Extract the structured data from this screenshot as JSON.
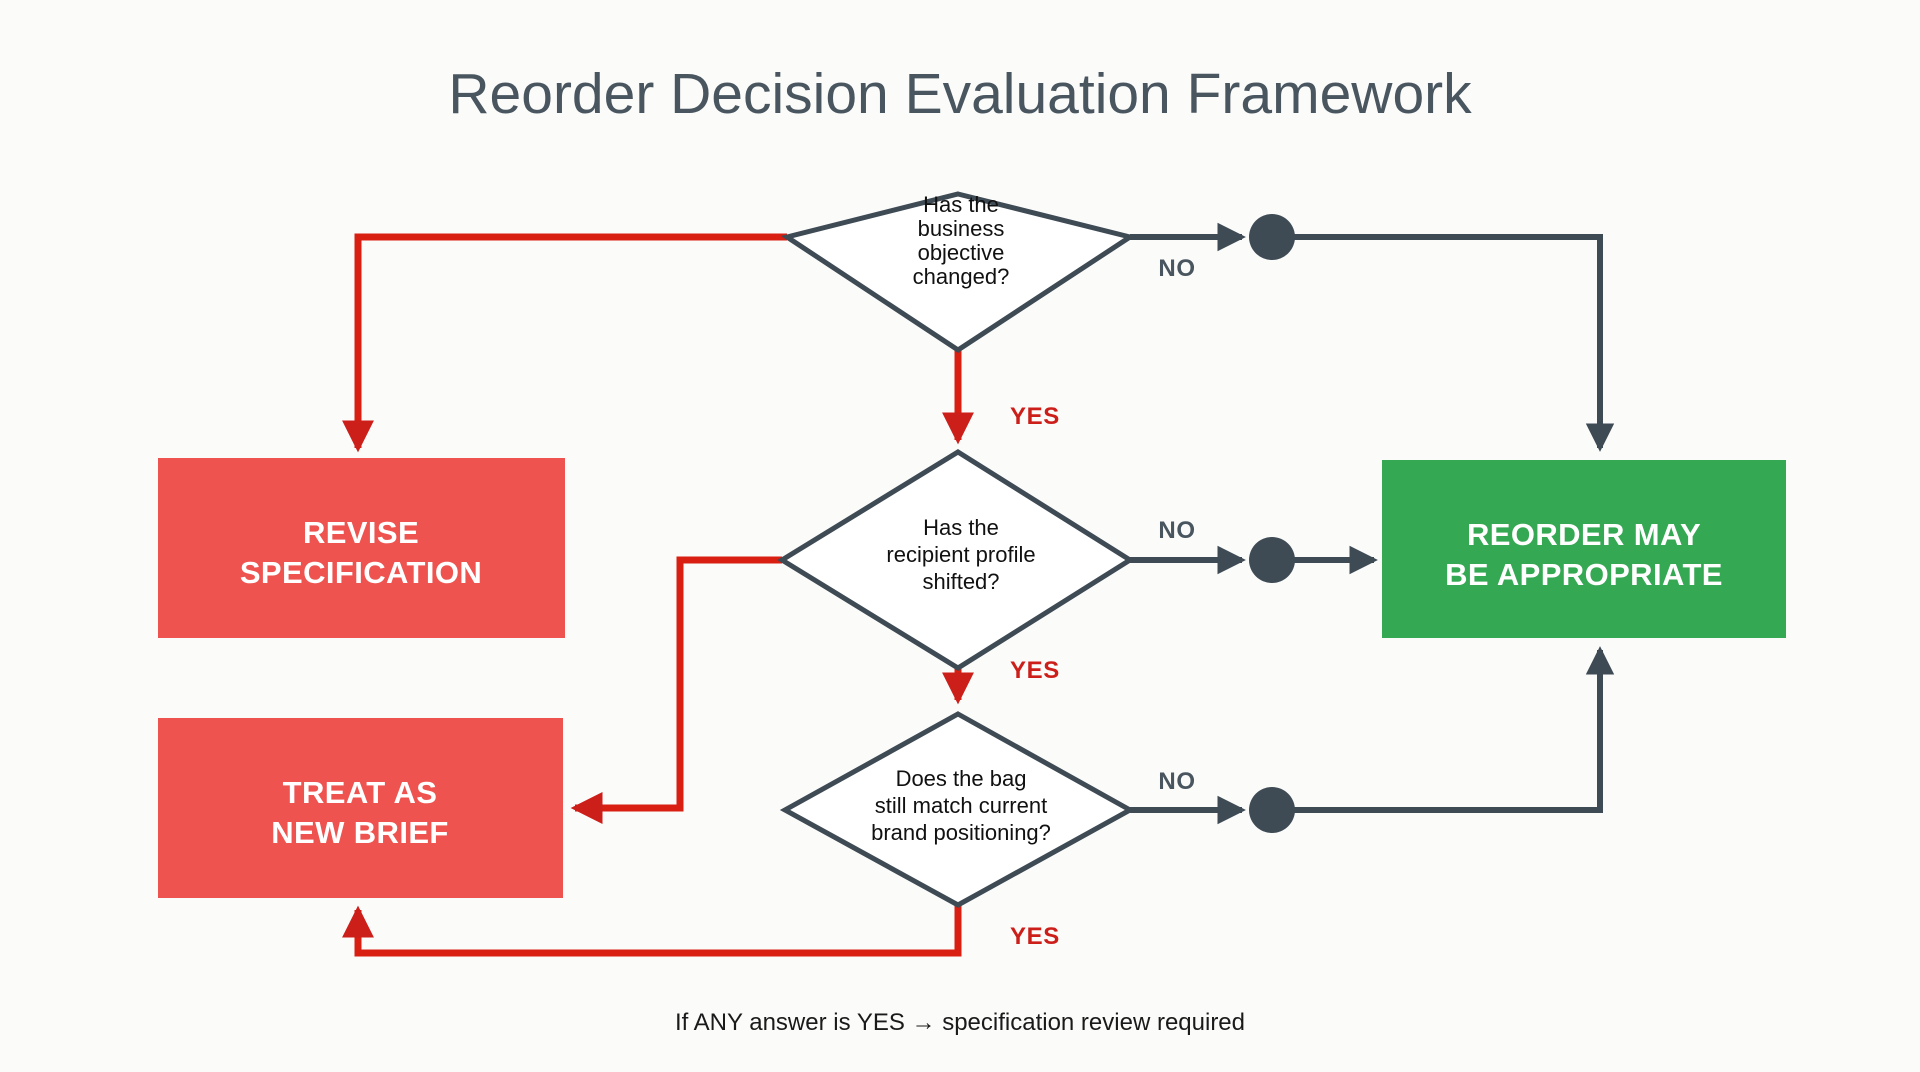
{
  "page": {
    "title": "Reorder Decision Evaluation Framework",
    "background_color": "#fbfbfa",
    "caption": "If ANY answer is YES → specification review required"
  },
  "colors": {
    "title": "#49565f",
    "edge_dark": "#3e4a54",
    "edge_red": "#d91f11",
    "box_red": "#ef5350",
    "box_green": "#34a853",
    "node_dot": "#3e4a54",
    "label_no": "#49565f",
    "label_yes": "#cc1f1a"
  },
  "decisions": [
    {
      "id": "decision-business-objective",
      "lines": [
        "Has the",
        "business",
        "objective",
        "changed?"
      ],
      "yes_label": "YES",
      "no_label": "NO"
    },
    {
      "id": "decision-recipient-profile",
      "lines": [
        "Has the",
        "recipient profile",
        "shifted?"
      ],
      "yes_label": "YES",
      "no_label": "NO"
    },
    {
      "id": "decision-brand-positioning",
      "lines": [
        "Does the bag",
        "still match current",
        "brand positioning?"
      ],
      "yes_label": "YES",
      "no_label": "NO"
    }
  ],
  "outcomes": [
    {
      "id": "outcome-revise-specification",
      "lines": [
        "REVISE",
        "SPECIFICATION"
      ],
      "color": "#ef5350"
    },
    {
      "id": "outcome-treat-as-new-brief",
      "lines": [
        "TREAT AS",
        "NEW BRIEF"
      ],
      "color": "#ef5350"
    },
    {
      "id": "outcome-reorder-may-be-appropriate",
      "lines": [
        "REORDER MAY",
        "BE APPROPRIATE"
      ],
      "color": "#34a853"
    }
  ]
}
